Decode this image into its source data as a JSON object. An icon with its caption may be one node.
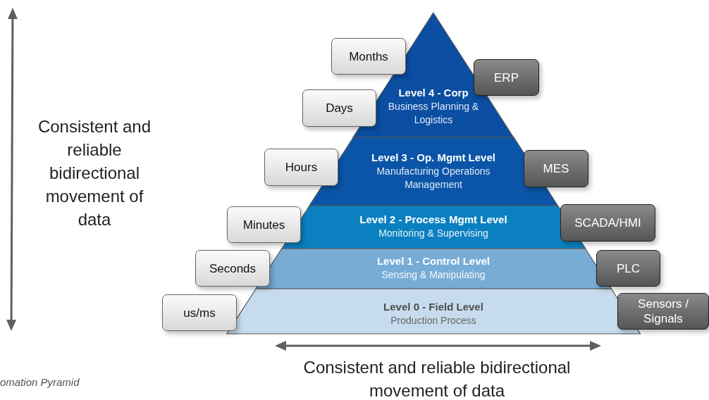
{
  "diagram": {
    "caption": "omation Pyramid",
    "nodes": [
      {
        "text": [
          "Level 4 - Corp",
          "Business Planning & Logistics"
        ]
      },
      {
        "text": [
          "Level 3 - Op. Mgmt Level",
          "Manufacturing Operations Management"
        ]
      },
      {
        "text": [
          "Level 2 - Process Mgmt Level",
          "Monitoring & Supervising"
        ]
      },
      {
        "text": [
          "Level 1 - Control Level",
          "Sensing & Manipulating"
        ]
      },
      {
        "text": [
          "Level 0 - Field Level",
          "Production Process"
        ]
      },
      {
        "text": [
          "Months"
        ]
      },
      {
        "text": [
          "Days"
        ]
      },
      {
        "text": [
          "Hours"
        ]
      },
      {
        "text": [
          "Minutes"
        ]
      },
      {
        "text": [
          "Seconds"
        ]
      },
      {
        "text": [
          "us/ms"
        ]
      },
      {
        "text": [
          "ERP"
        ]
      },
      {
        "text": [
          "MES"
        ]
      },
      {
        "text": [
          "SCADA/HMI"
        ]
      },
      {
        "text": [
          "PLC"
        ]
      },
      {
        "text": [
          "Sensors / Signals"
        ]
      }
    ],
    "labels": [
      "Consistent and reliable bidirectional movement of data",
      "Consistent and reliable bidirectional movement of data"
    ]
  }
}
